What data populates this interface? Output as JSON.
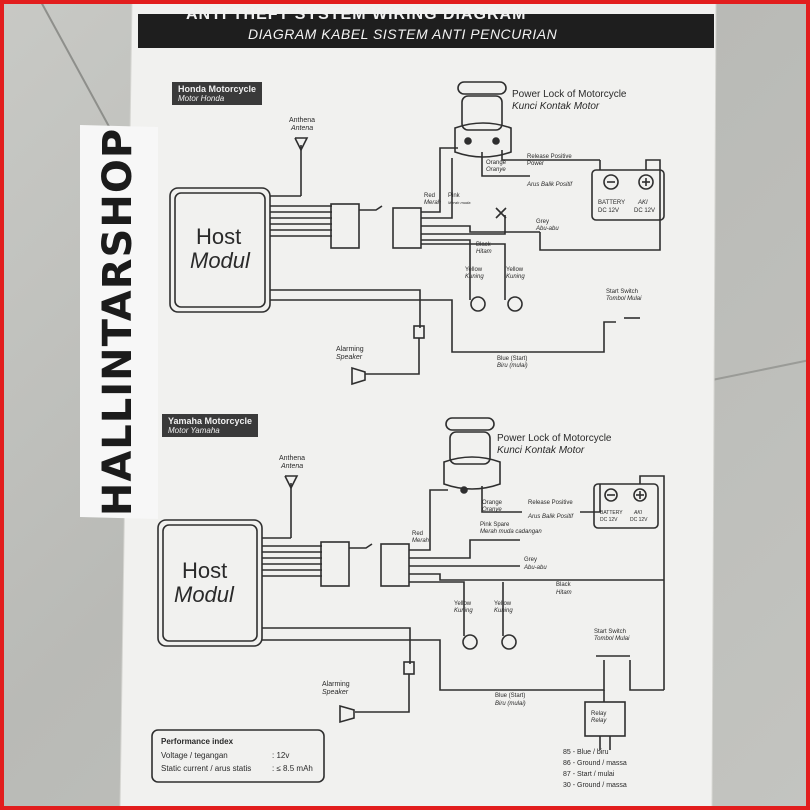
{
  "header": {
    "title_partial": "ANTI THEFT SYSTEM WIRING DIAGRAM",
    "subtitle": "DIAGRAM KABEL SISTEM ANTI PENCURIAN"
  },
  "watermark": "HALLINTARSHOP",
  "honda": {
    "badge_en": "Honda Motorcycle",
    "badge_id": "Motor Honda",
    "antenna_en": "Anthena",
    "antenna_id": "Antena",
    "host_1": "Host",
    "host_2": "Modul",
    "power_lock_en": "Power Lock of Motorcycle",
    "power_lock_id": "Kunci Kontak Motor",
    "orange_en": "Orange",
    "orange_id": "Oranye",
    "release_en": "Release Positive",
    "release_en2": "Power",
    "release_id": "Arus Balik Positif",
    "red_en": "Red",
    "red_id": "Merah",
    "pink_en": "Pink",
    "pink_id": "Merah muda",
    "grey_en": "Grey",
    "grey_id": "Abu-abu",
    "black_en": "Black",
    "black_id": "Hitam",
    "yellow_en": "Yellow",
    "yellow_id": "Kuning",
    "battery_en": "BATTERY",
    "battery_id": "AKI",
    "battery_v": "DC 12V",
    "start_en": "Start Switch",
    "start_id": "Tombol Mulai",
    "speaker_en": "Alarming",
    "speaker_id": "Speaker",
    "blue_en": "Blue (Start)",
    "blue_id": "Biru (mulai)"
  },
  "yamaha": {
    "badge_en": "Yamaha Motorcycle",
    "badge_id": "Motor Yamaha",
    "antenna_en": "Anthena",
    "antenna_id": "Antena",
    "host_1": "Host",
    "host_2": "Modul",
    "power_lock_en": "Power Lock of Motorcycle",
    "power_lock_id": "Kunci Kontak Motor",
    "orange_en": "Orange",
    "orange_id": "Oranye",
    "release_en": "Release Positive",
    "release_id": "Arus Balik Positif",
    "red_en": "Red",
    "red_id": "Merah",
    "pink": "Pink Spare",
    "pink_id": "Merah muda cadangan",
    "grey_en": "Grey",
    "grey_id": "Abu-abu",
    "black_en": "Black",
    "black_id": "Hitam",
    "yellow_en": "Yellow",
    "yellow_id": "Kuning",
    "battery_en": "BATTERY",
    "battery_id": "AKI",
    "battery_v": "DC 12V",
    "start_en": "Start Switch",
    "start_id": "Tombol Mulai",
    "speaker_en": "Alarming",
    "speaker_id": "Speaker",
    "blue_en": "Blue (Start)",
    "blue_id": "Biru (mulai)",
    "relay_en": "Relay",
    "relay_id": "Relay",
    "pins": [
      "85 - Blue / biru",
      "86 - Ground / massa",
      "87 - Start / mulai",
      "30 - Ground / massa"
    ]
  },
  "performance": {
    "title": "Performance index",
    "voltage_label": "Voltage / tegangan",
    "voltage_value": ": 12v",
    "current_label": "Static current / arus statis",
    "current_value": ": ≤ 8.5 mAh"
  },
  "colors": {
    "frame": "#e21d1d",
    "paper": "#f1f1ef",
    "ink": "#2a2a2a",
    "title_band": "#1e1e1e"
  }
}
